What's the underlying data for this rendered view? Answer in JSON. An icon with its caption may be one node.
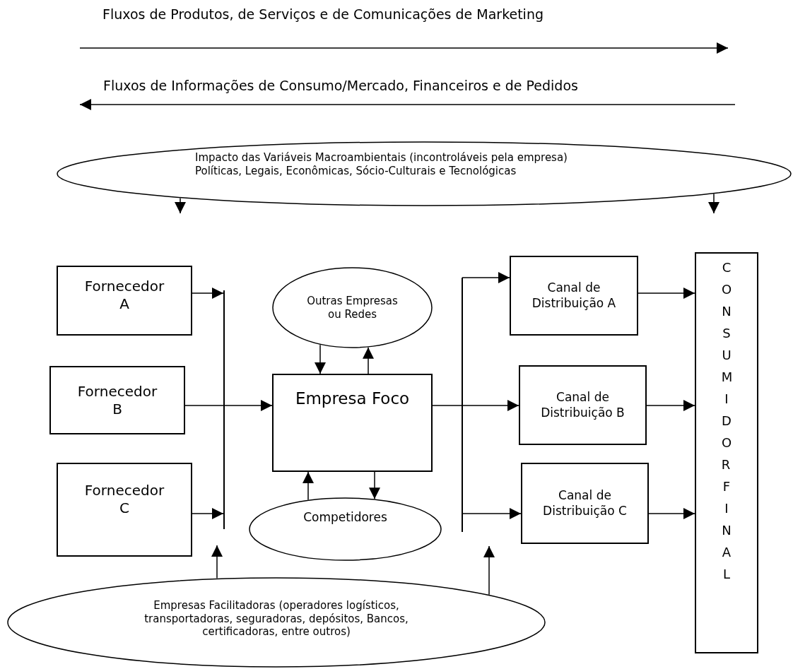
{
  "diagram": {
    "nodes": [
      {
        "text": [
          "Impacto das Variáveis Macroambientais (incontroláveis pela empresa)",
          "Políticas, Legais, Econômicas, Sócio-Culturais e Tecnológicas"
        ]
      },
      {
        "text": [
          "Fornecedor A"
        ]
      },
      {
        "text": [
          "Fornecedor B"
        ]
      },
      {
        "text": [
          "Fornecedor C"
        ]
      },
      {
        "text": [
          "Outras Empresas ou Redes"
        ]
      },
      {
        "text": [
          "Empresa Foco"
        ]
      },
      {
        "text": [
          "Competidores"
        ]
      },
      {
        "text": [
          "Canal de Distribuição A"
        ]
      },
      {
        "text": [
          "Canal de Distribuição B"
        ]
      },
      {
        "text": [
          "Canal de Distribuição C"
        ]
      },
      {
        "text": [
          "CONSUMIDOR FINAL"
        ]
      },
      {
        "text": [
          "Empresas Facilitadoras (operadores logísticos, transportadoras, seguradoras, depósitos, Bancos, certificadoras, entre outros)"
        ]
      },
      {
        "text": [],
        "shape": "bar"
      },
      {
        "text": [],
        "shape": "bar"
      }
    ],
    "edges": [
      {
        "from": 0,
        "to": null,
        "arrow": "to"
      },
      {
        "from": 0,
        "to": null,
        "arrow": "to"
      },
      {
        "from": 1,
        "to": 12,
        "arrow": "to"
      },
      {
        "from": 2,
        "to": 5,
        "arrow": "to"
      },
      {
        "from": 3,
        "to": 12,
        "arrow": "to"
      },
      {
        "from": 4,
        "to": 5,
        "arrow": "to"
      },
      {
        "from": 5,
        "to": 4,
        "arrow": "to"
      },
      {
        "from": 6,
        "to": 5,
        "arrow": "to"
      },
      {
        "from": 5,
        "to": 6,
        "arrow": "to"
      },
      {
        "from": 13,
        "to": 7,
        "arrow": "to"
      },
      {
        "from": 5,
        "to": 8,
        "arrow": "to"
      },
      {
        "from": 13,
        "to": 9,
        "arrow": "to"
      },
      {
        "from": 7,
        "to": 10,
        "arrow": "to"
      },
      {
        "from": 8,
        "to": 10,
        "arrow": "to"
      },
      {
        "from": 9,
        "to": 10,
        "arrow": "to"
      },
      {
        "from": 11,
        "to": 12,
        "arrow": "to"
      },
      {
        "from": 11,
        "to": 13,
        "arrow": "to"
      }
    ],
    "labels": [
      "Fluxos de Produtos, de Serviços e de Comunicações de Marketing",
      "Fluxos de Informações de Consumo/Mercado, Financeiros e de Pedidos"
    ]
  }
}
